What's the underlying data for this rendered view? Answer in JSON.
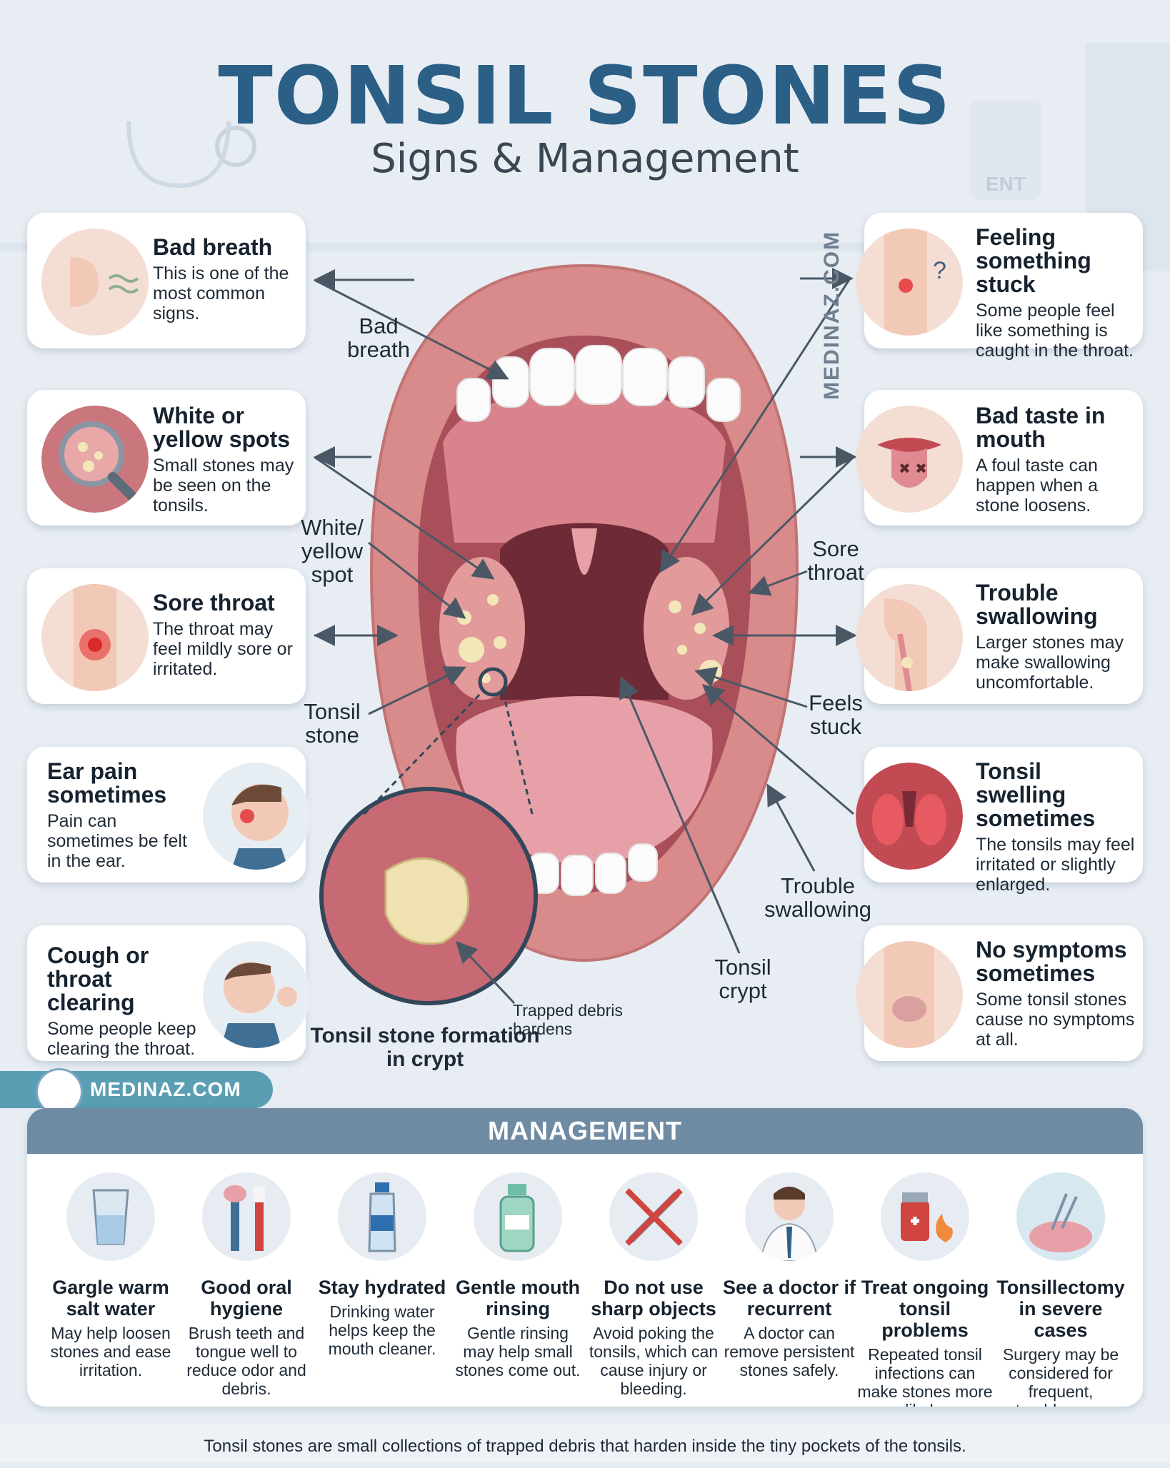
{
  "header": {
    "title": "TONSIL STONES",
    "subtitle": "Signs & Management",
    "ent_sign": "ENT",
    "vertical_watermark": "MEDINAZ.COM"
  },
  "left_cards": [
    {
      "title": "Bad breath",
      "text": "This is one of the most common signs.",
      "icon": "breath-face-icon"
    },
    {
      "title": "White or yellow spots",
      "text": "Small stones may be seen on the tonsils.",
      "icon": "magnifier-icon"
    },
    {
      "title": "Sore throat",
      "text": "The throat may feel mildly sore or irritated.",
      "icon": "neck-pain-icon"
    },
    {
      "title": "Ear pain sometimes",
      "text": "Pain can sometimes be felt in the ear.",
      "icon": "ear-pain-icon"
    },
    {
      "title": "Cough or throat clearing",
      "text": "Some people keep clearing the throat.",
      "icon": "cough-icon"
    }
  ],
  "right_cards": [
    {
      "title": "Feeling something stuck",
      "text": "Some people feel like something is caught in the throat.",
      "icon": "stuck-throat-icon"
    },
    {
      "title": "Bad taste in mouth",
      "text": "A foul taste can happen when a stone loosens.",
      "icon": "tongue-icon"
    },
    {
      "title": "Trouble swallowing",
      "text": "Larger stones may make swallowing uncomfortable.",
      "icon": "swallow-icon"
    },
    {
      "title": "Tonsil swelling sometimes",
      "text": "The tonsils may feel irritated or slightly enlarged.",
      "icon": "swollen-tonsil-icon"
    },
    {
      "title": "No symptoms sometimes",
      "text": "Some tonsil stones cause no symptoms at all.",
      "icon": "neck-icon"
    }
  ],
  "diagram_labels": {
    "bad_breath": "Bad breath",
    "white_yellow_spot": "White/ yellow spot",
    "tonsil_stone": "Tonsil stone",
    "sore_throat": "Sore throat",
    "feels_stuck": "Feels stuck",
    "trouble_swallowing": "Trouble swallowing",
    "tonsil_crypt": "Tonsil crypt",
    "trapped_debris": "Trapped debris hardens",
    "inset_caption": "Tonsil stone formation in crypt"
  },
  "brand": {
    "badge_text": "MEDINAZ.COM"
  },
  "management": {
    "heading": "MANAGEMENT",
    "items": [
      {
        "title": "Gargle warm salt water",
        "text": "May help loosen stones and ease irritation.",
        "icon": "water-glass-icon"
      },
      {
        "title": "Good oral hygiene",
        "text": "Brush teeth and tongue well to reduce odor and debris.",
        "icon": "toothbrush-icon"
      },
      {
        "title": "Stay hydrated",
        "text": "Drinking water helps keep the mouth cleaner.",
        "icon": "water-bottle-icon"
      },
      {
        "title": "Gentle mouth rinsing",
        "text": "Gentle rinsing may help small stones come out.",
        "icon": "mouthwash-icon"
      },
      {
        "title": "Do not use sharp objects",
        "text": "Avoid poking the tonsils, which can cause injury or bleeding.",
        "icon": "no-sharp-object-icon"
      },
      {
        "title": "See a doctor if recurrent",
        "text": "A doctor can remove persistent stones safely.",
        "icon": "doctor-icon"
      },
      {
        "title": "Treat ongoing tonsil problems",
        "text": "Repeated tonsil infections can make stones more likely.",
        "icon": "medicine-icon"
      },
      {
        "title": "Tonsillectomy in severe cases",
        "text": "Surgery may be considered for frequent, troublesome stones.",
        "icon": "surgery-icon"
      }
    ]
  },
  "footer": "Tonsil stones are small collections of trapped debris that harden inside the tiny pockets of the tonsils.",
  "colors": {
    "title": "#2c5f86",
    "badge": "#5a9eb3",
    "management_bar": "#6f8ba4",
    "lip": "#d98a8a",
    "tonsil": "#e39a9a",
    "stone": "#f3e6b8"
  }
}
